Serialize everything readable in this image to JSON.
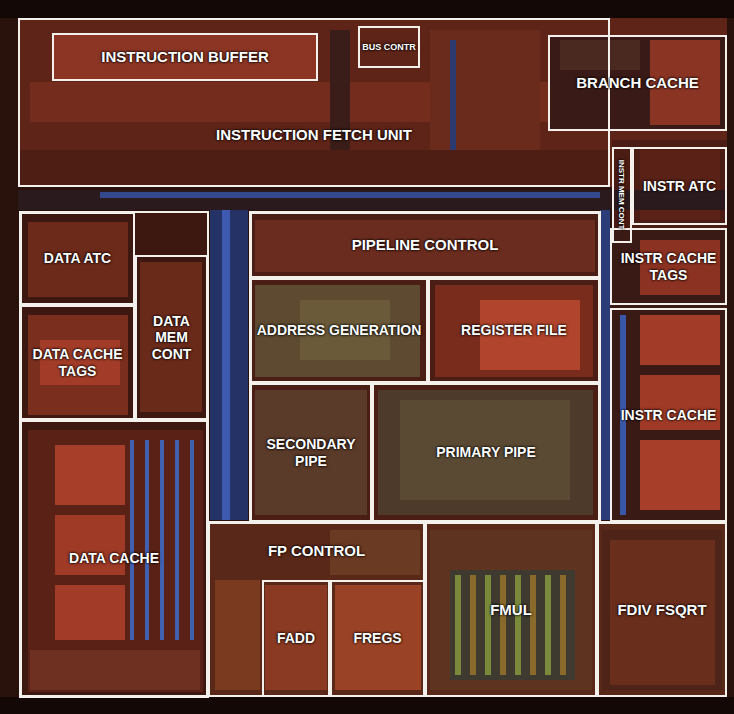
{
  "diagram": {
    "nodes": [
      {
        "text": [
          "INSTRUCTION FETCH UNIT"
        ]
      },
      {
        "text": [
          "INSTRUCTION BUFFER"
        ],
        "in": 0
      },
      {
        "text": [
          "BUS CONTR"
        ],
        "in": 0
      },
      {
        "text": [
          "BRANCH CACHE"
        ]
      },
      {
        "text": [
          "INSTR MEM CONT"
        ]
      },
      {
        "text": [
          "INSTR ATC"
        ]
      },
      {
        "text": [
          "DATA ATC"
        ]
      },
      {
        "text": [
          "PIPELINE CONTROL"
        ]
      },
      {
        "text": [
          "INSTR CACHE TAGS"
        ]
      },
      {
        "text": [
          "DATA CACHE TAGS"
        ]
      },
      {
        "text": [
          "DATA MEM CONT"
        ]
      },
      {
        "text": [
          "ADDRESS GENERATION"
        ]
      },
      {
        "text": [
          "REGISTER FILE"
        ]
      },
      {
        "text": [
          "INSTR CACHE"
        ]
      },
      {
        "text": [
          "SECONDARY PIPE"
        ]
      },
      {
        "text": [
          "PRIMARY PIPE"
        ]
      },
      {
        "text": [
          "DATA CACHE"
        ]
      },
      {
        "text": [
          "FP CONTROL"
        ]
      },
      {
        "text": [
          "FADD"
        ],
        "in": 17
      },
      {
        "text": [
          "FREGS"
        ],
        "in": 17
      },
      {
        "text": [
          "FMUL"
        ]
      },
      {
        "text": [
          "FDIV FSQRT"
        ]
      }
    ]
  }
}
